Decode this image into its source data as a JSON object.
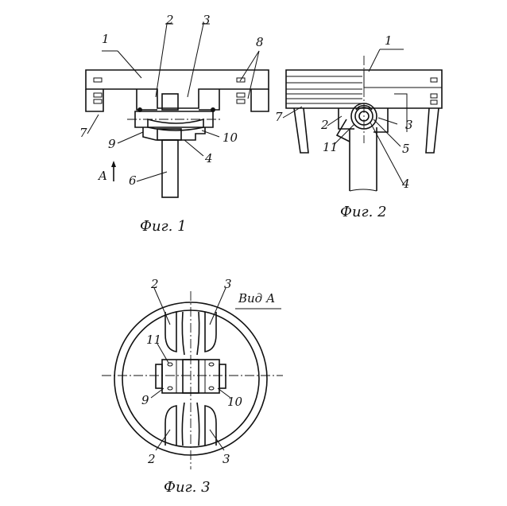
{
  "fig1": {
    "caption": "Фиг. 1",
    "labels": {
      "l1": "1",
      "l2": "2",
      "l3": "3",
      "l8": "8",
      "l7": "7",
      "l9": "9",
      "l10": "10",
      "l4": "4",
      "l6": "6",
      "lA": "A"
    }
  },
  "fig2": {
    "caption": "Фиг. 2",
    "labels": {
      "l1": "1",
      "l7": "7",
      "l2": "2",
      "l3": "3",
      "l11": "11",
      "l5": "5",
      "l4": "4"
    }
  },
  "fig3": {
    "caption": "Фиг. 3",
    "view_label": "Вид А",
    "labels": {
      "l2a": "2",
      "l3a": "3",
      "l11": "11",
      "l9": "9",
      "l10": "10",
      "l2b": "2",
      "l3b": "3"
    }
  }
}
